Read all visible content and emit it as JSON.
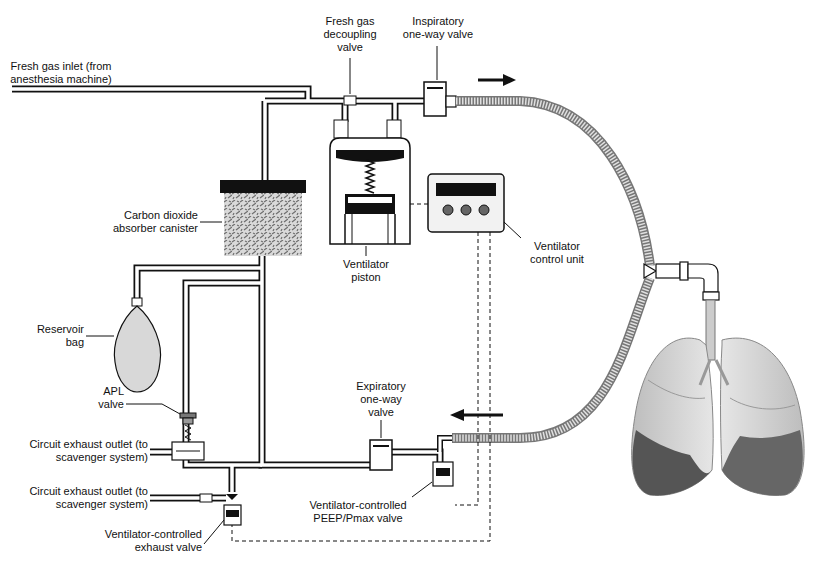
{
  "diagram": {
    "labels": [
      "Fresh gas inlet (from anesthesia machine)",
      "Fresh gas decoupling valve",
      "Inspiratory one-way valve",
      "Carbon dioxide absorber canister",
      "Ventilator piston",
      "Ventilator control unit",
      "Reservoir bag",
      "APL valve",
      "Circuit exhaust outlet (to scavenger system)",
      "Circuit exhaust outlet (to scavenger system)",
      "Expiratory one-way valve",
      "Ventilator-controlled PEEP/Pmax valve",
      "Ventilator-controlled exhaust valve"
    ]
  }
}
